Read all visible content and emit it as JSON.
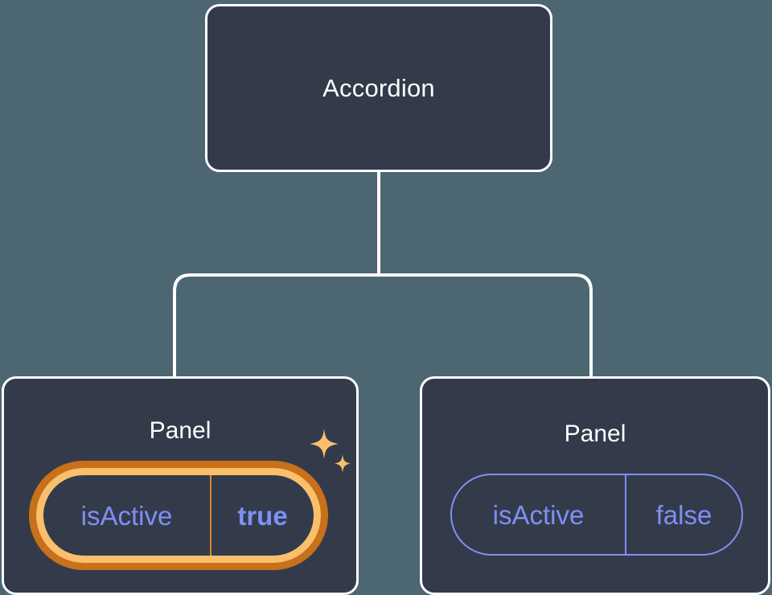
{
  "canvas": {
    "background_color": "#4c6672",
    "node_fill_color": "#333b4a",
    "node_border_color": "#ffffff",
    "connector_color": "#ffffff",
    "accent_indigo": "#7f8ff4",
    "highlight_outer_color": "#c8701a",
    "highlight_inner_color": "#fbbf6b",
    "sparkle_color": "#fbbf6b"
  },
  "tree": {
    "root": {
      "title": "Accordion"
    },
    "children": [
      {
        "title": "Panel",
        "highlighted": true,
        "prop": {
          "key": "isActive",
          "value": "true",
          "value_bold": true
        }
      },
      {
        "title": "Panel",
        "highlighted": false,
        "prop": {
          "key": "isActive",
          "value": "false",
          "value_bold": false
        }
      }
    ]
  },
  "icons": {
    "sparkle_large": "sparkle-icon",
    "sparkle_small": "sparkle-small-icon"
  }
}
